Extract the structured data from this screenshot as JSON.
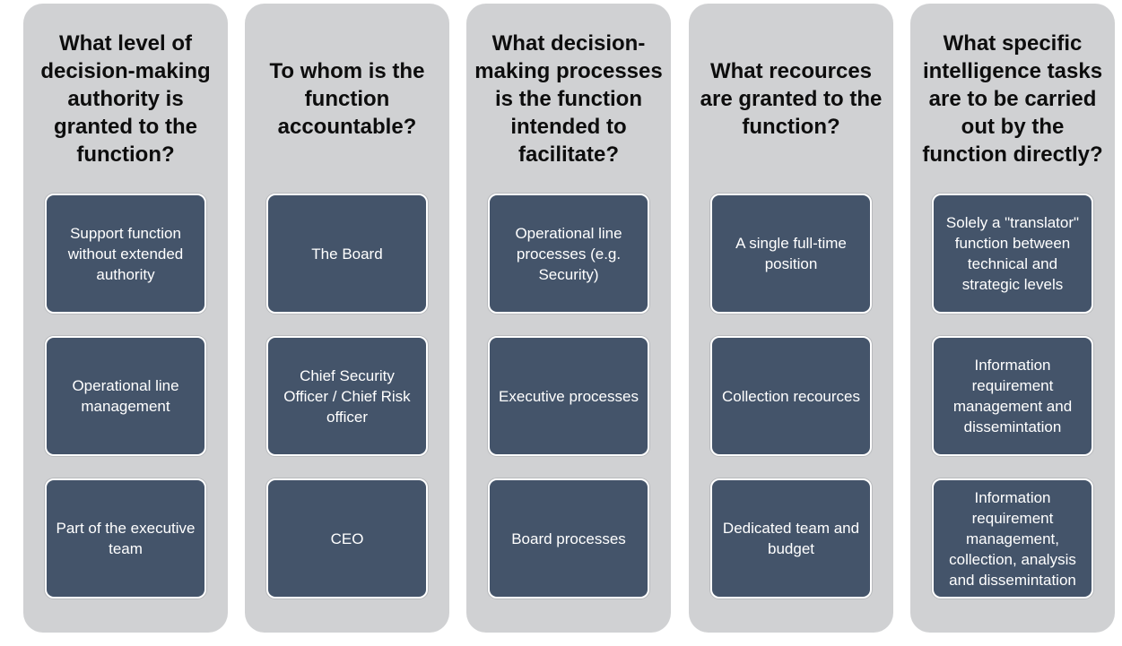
{
  "columns": [
    {
      "title": "What level of decision-making authority is granted to the function?",
      "options": [
        "Support function without extended authority",
        "Operational line management",
        "Part of the executive team"
      ]
    },
    {
      "title": "To whom is the function accountable?",
      "options": [
        "The Board",
        "Chief Security Officer / Chief Risk officer",
        "CEO"
      ]
    },
    {
      "title": "What decision-making processes is the function intended to facilitate?",
      "options": [
        "Operational line processes (e.g. Security)",
        "Executive processes",
        "Board processes"
      ]
    },
    {
      "title": "What recources are granted to the function?",
      "options": [
        "A single full-time position",
        "Collection recources",
        "Dedicated team and budget"
      ]
    },
    {
      "title": "What specific intelligence tasks are to be carried out by the function directly?",
      "options": [
        "Solely a \"translator\" function between technical and strategic levels",
        "Information requirement management and dissemintation",
        "Information requirement management, collection, analysis and dissemintation"
      ]
    }
  ]
}
